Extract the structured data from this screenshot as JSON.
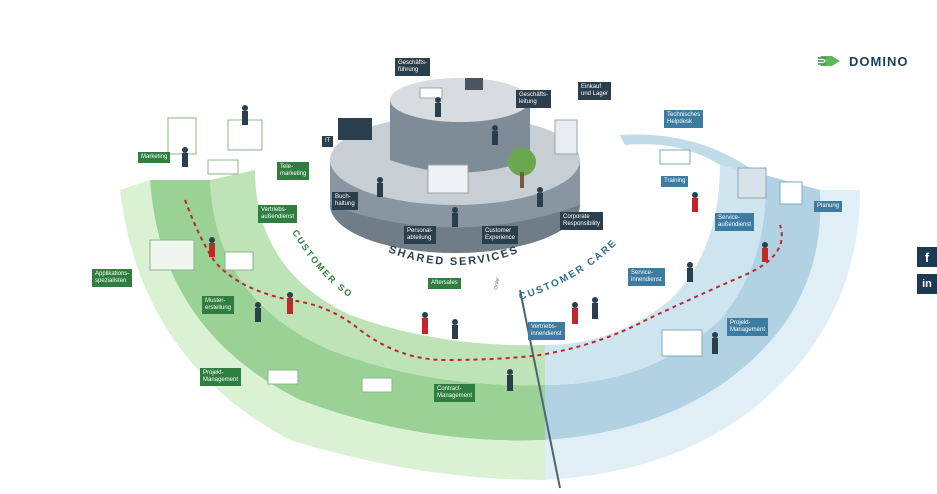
{
  "brand": {
    "name": "DOMINO",
    "color": "#1d3f5c",
    "accent": "#5cb85c"
  },
  "rings": {
    "shared_services": "SHARED SERVICES",
    "customer_solutions": "CUSTOMER SOLUTIONS",
    "customer_care": "CUSTOMER CARE",
    "order": "Order"
  },
  "colors": {
    "green_ring": "#9fd39a",
    "blue_ring": "#b9d7e6",
    "core": "#8b98a4",
    "path": "#c0272d"
  },
  "labels": {
    "shared": [
      "Geschäfts-\nführung",
      "Geschäfts-\nleitung",
      "Einkauf\nund Lager",
      "IT",
      "Buch-\nhaltung",
      "Personal-\nabteilung",
      "Customer\nExperience",
      "Corporate\nResponsibility"
    ],
    "solutions": [
      "Marketing",
      "Tele-\nmarketing",
      "Vertriebs-\naußendienst",
      "Applikations-\nspezialisten",
      "Muster-\nerstellung",
      "Aftersales",
      "Projekt-\nManagement",
      "Contract-\nManagement"
    ],
    "care": [
      "Technisches\nHelpdesk",
      "Training",
      "Planung",
      "Service-\naußendienst",
      "Service-\ninnendienst",
      "Vertriebs-\ninnendienst",
      "Projekt-\nManagement"
    ]
  },
  "social": {
    "facebook": "f",
    "linkedin": "in"
  },
  "icons": [
    "domino-logo-icon",
    "facebook-icon",
    "linkedin-icon"
  ]
}
